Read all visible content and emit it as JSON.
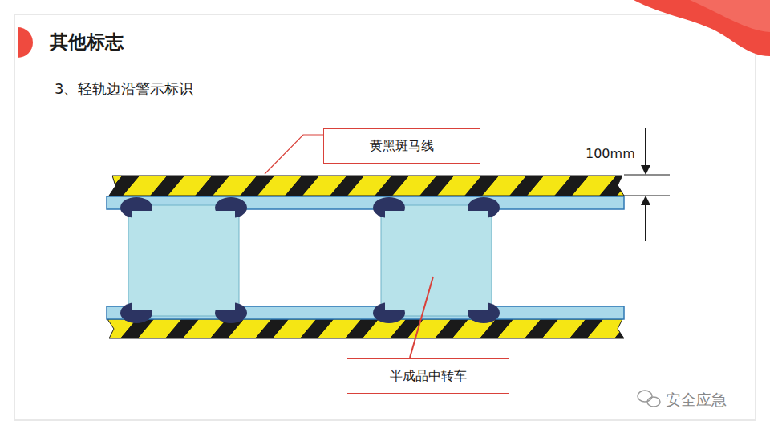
{
  "diagram": {
    "title": "其他标志",
    "nodes": [
      {
        "text": [
          "黄黑斑马线"
        ]
      },
      {
        "text": [
          "半成品中转车"
        ]
      }
    ],
    "labels": [
      "3、轻轨边沿警示标识",
      "100mm",
      "安全应急"
    ]
  }
}
